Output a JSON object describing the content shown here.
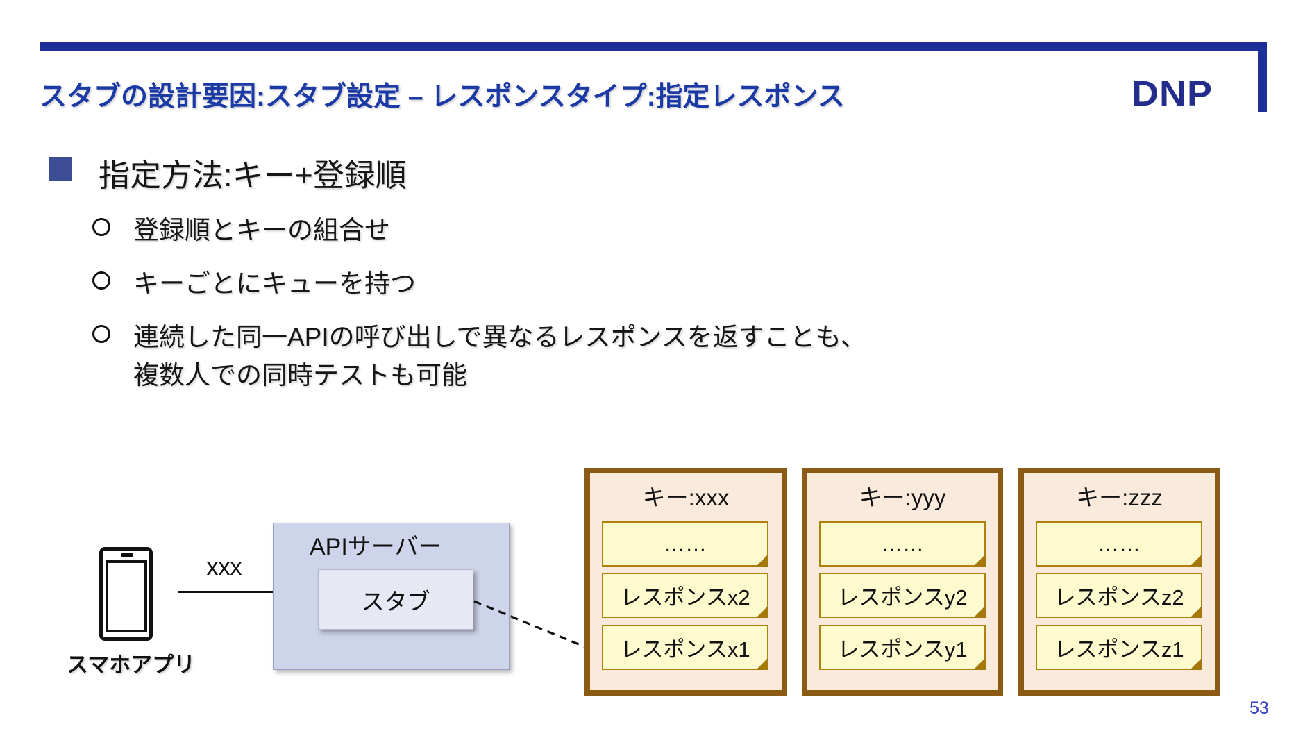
{
  "slide": {
    "title": "スタブの設計要因:スタブ設定 – レスポンスタイプ:指定レスポンス",
    "logo": "DNP",
    "page_number": "53",
    "colors": {
      "accent_navy": "#1f2f9a",
      "title_blue": "#1c3aa6",
      "bullet_square": "#3c4d96",
      "server_fill": "#ced4e9",
      "stub_fill": "#e6e8f3",
      "queue_border": "#8b5a15",
      "queue_fill": "#faeadc",
      "card_fill": "#fdfacd",
      "card_border": "#ae8108",
      "page_number_blue": "#3340c0"
    }
  },
  "bullets": {
    "heading": "指定方法:キー+登録順",
    "items": [
      "登録順とキーの組合せ",
      "キーごとにキューを持つ",
      "連続した同一APIの呼び出しで異なるレスポンスを返すことも、",
      "複数人での同時テストも可能"
    ]
  },
  "diagram": {
    "phone_label": "スマホアプリ",
    "request_label": "xxx",
    "server_label": "APIサーバー",
    "stub_label": "スタブ",
    "queues": [
      {
        "header": "キー:xxx",
        "cards": [
          "……",
          "レスポンスx2",
          "レスポンスx1"
        ]
      },
      {
        "header": "キー:yyy",
        "cards": [
          "……",
          "レスポンスy2",
          "レスポンスy1"
        ]
      },
      {
        "header": "キー:zzz",
        "cards": [
          "……",
          "レスポンスz2",
          "レスポンスz1"
        ]
      }
    ]
  }
}
